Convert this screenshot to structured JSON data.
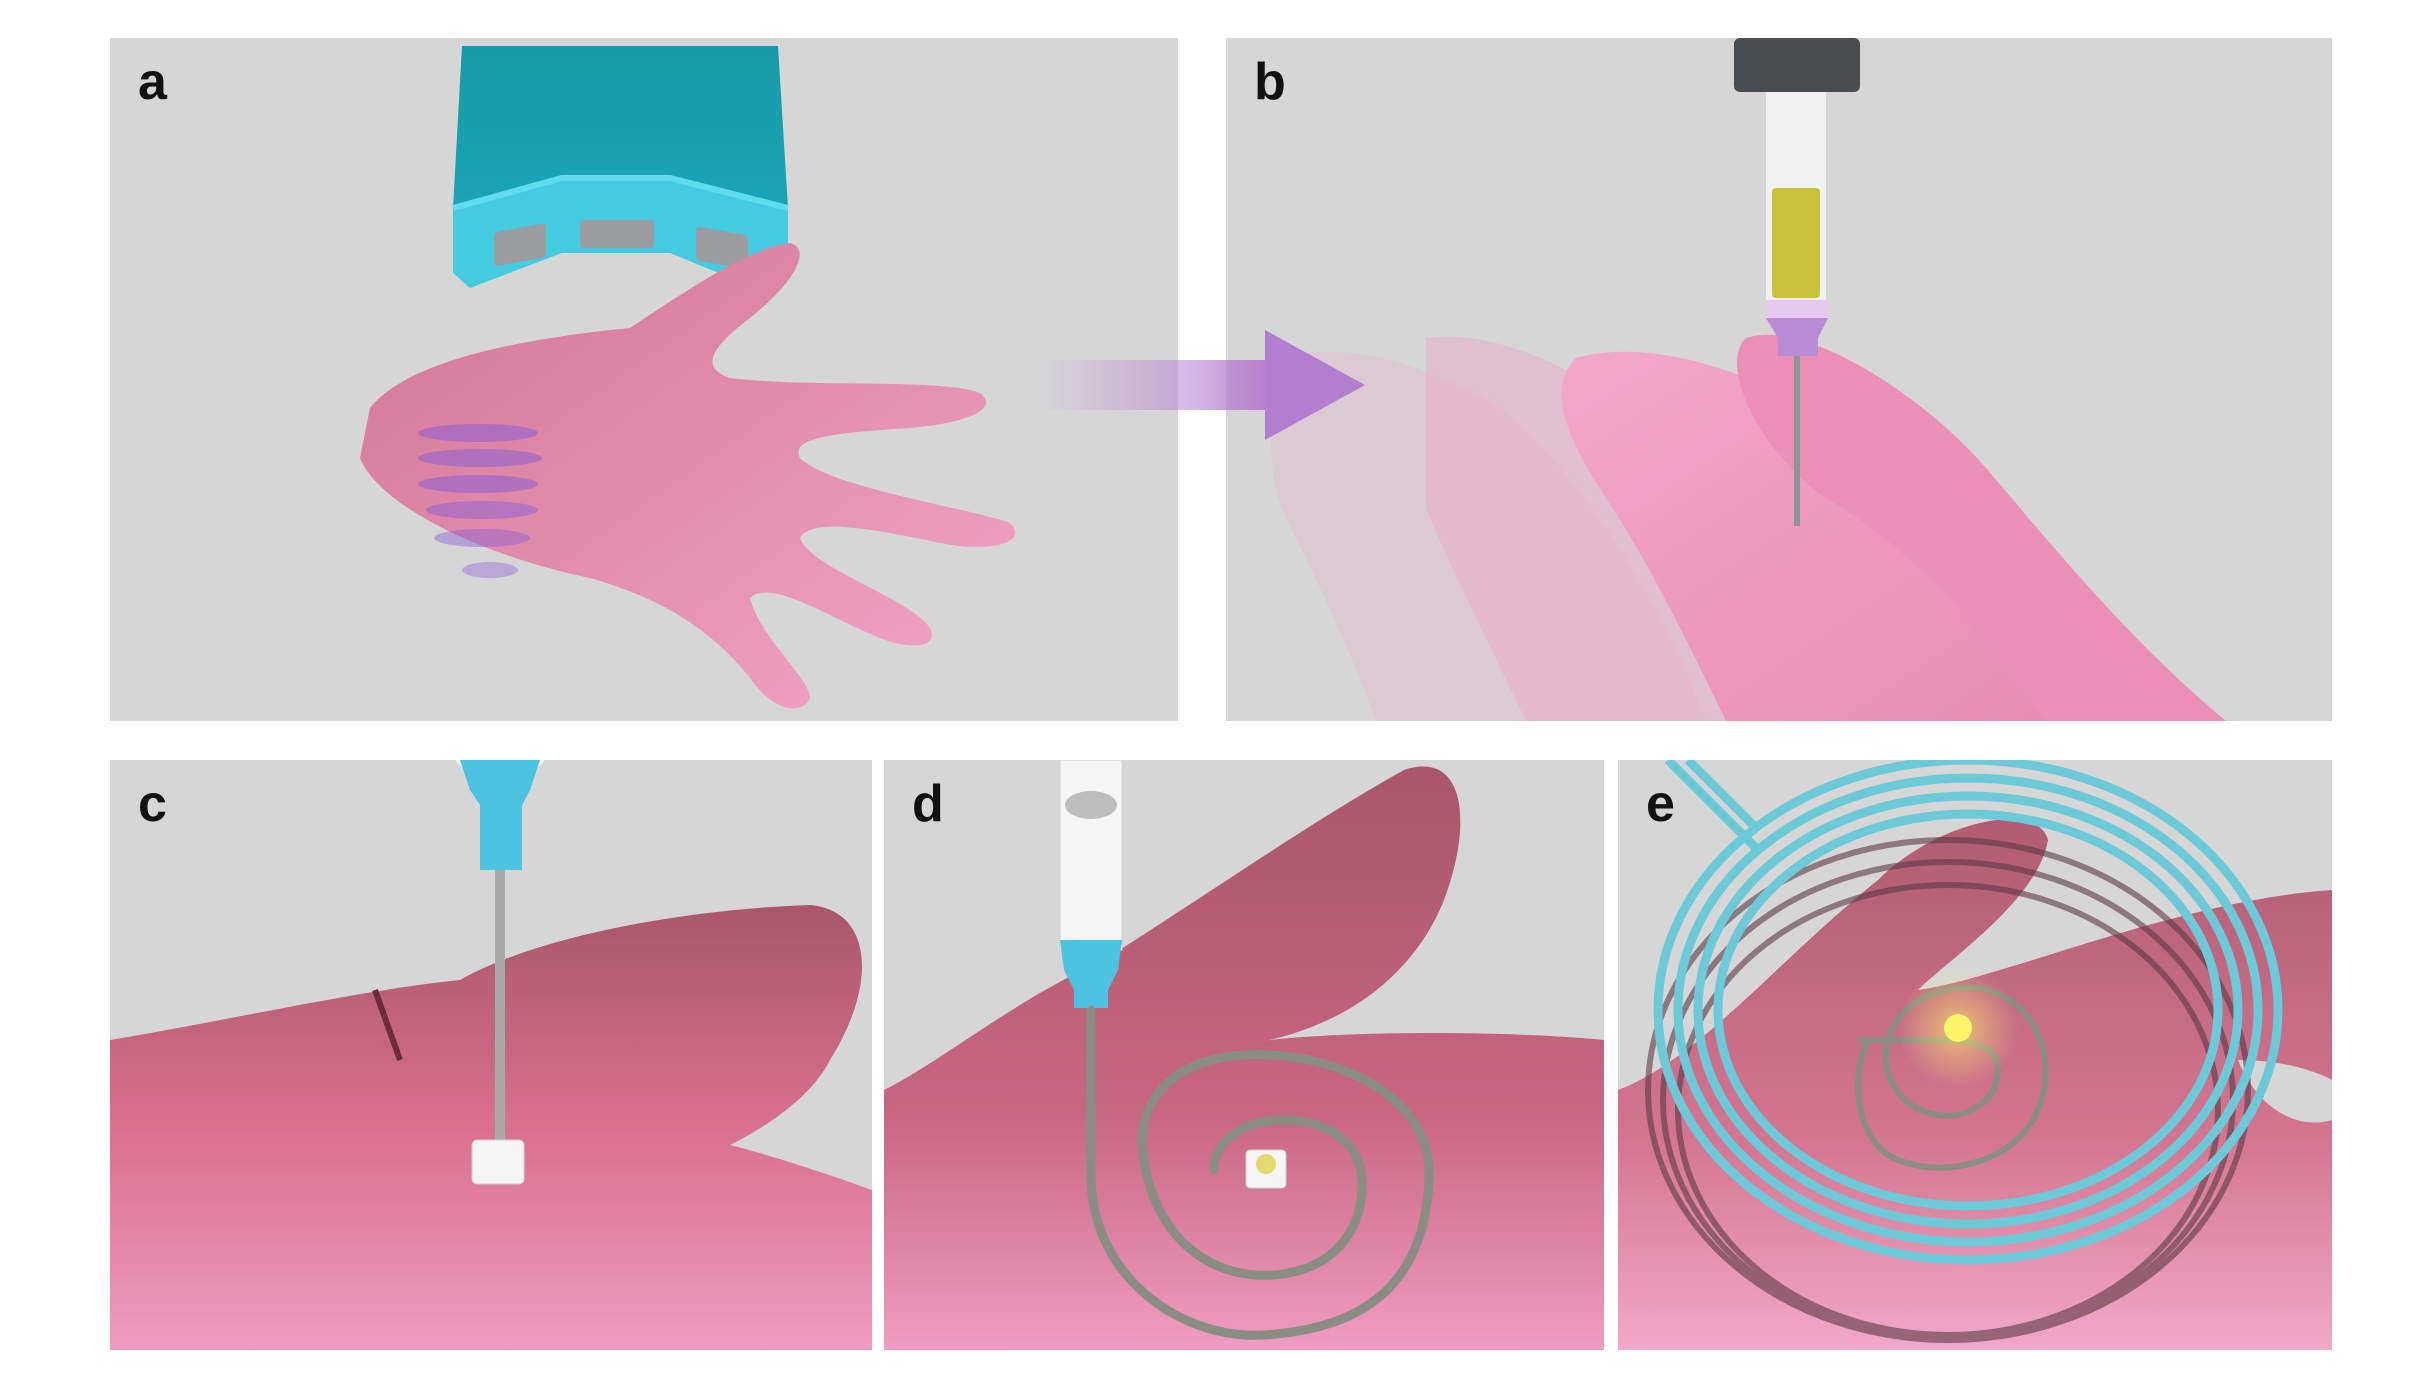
{
  "figure": {
    "panels": [
      {
        "id": "a",
        "label": "a",
        "depicts": "cyan wrist-mounted 3D scanner above a pink hand with purple scan bands"
      },
      {
        "id": "b",
        "label": "b",
        "depicts": "dispenser with yellow ink cartridge and needle printing over a moving hand (motion-tracked)"
      },
      {
        "id": "c",
        "label": "c",
        "depicts": "needle placing a white chip (LED) on the back of the hand"
      },
      {
        "id": "d",
        "label": "d",
        "depicts": "nozzle printing a gray spiral coil around the chip on the hand"
      },
      {
        "id": "e",
        "label": "e",
        "depicts": "large cyan transmitter coil above the hand, LED glowing yellow"
      }
    ],
    "arrow": {
      "direction": "right",
      "from": "a",
      "to": "b"
    },
    "colors": {
      "background": "#d6d6d6",
      "skin": "#d9708f",
      "skin_light": "#f09cc0",
      "scanner": "#2bb6cf",
      "scanner_dark": "#1a9fb0",
      "scan_band": "#8a5fd6",
      "arrow": "#b77fd1",
      "cartridge": "#c9c23a",
      "nozzle_purple": "#b98ad6",
      "nozzle_cyan": "#4cc3e0",
      "coil_gray": "#8a8d84",
      "tx_coil": "#6cc9d8",
      "led": "#fff36a",
      "dispenser_cap": "#4a4d50"
    }
  }
}
